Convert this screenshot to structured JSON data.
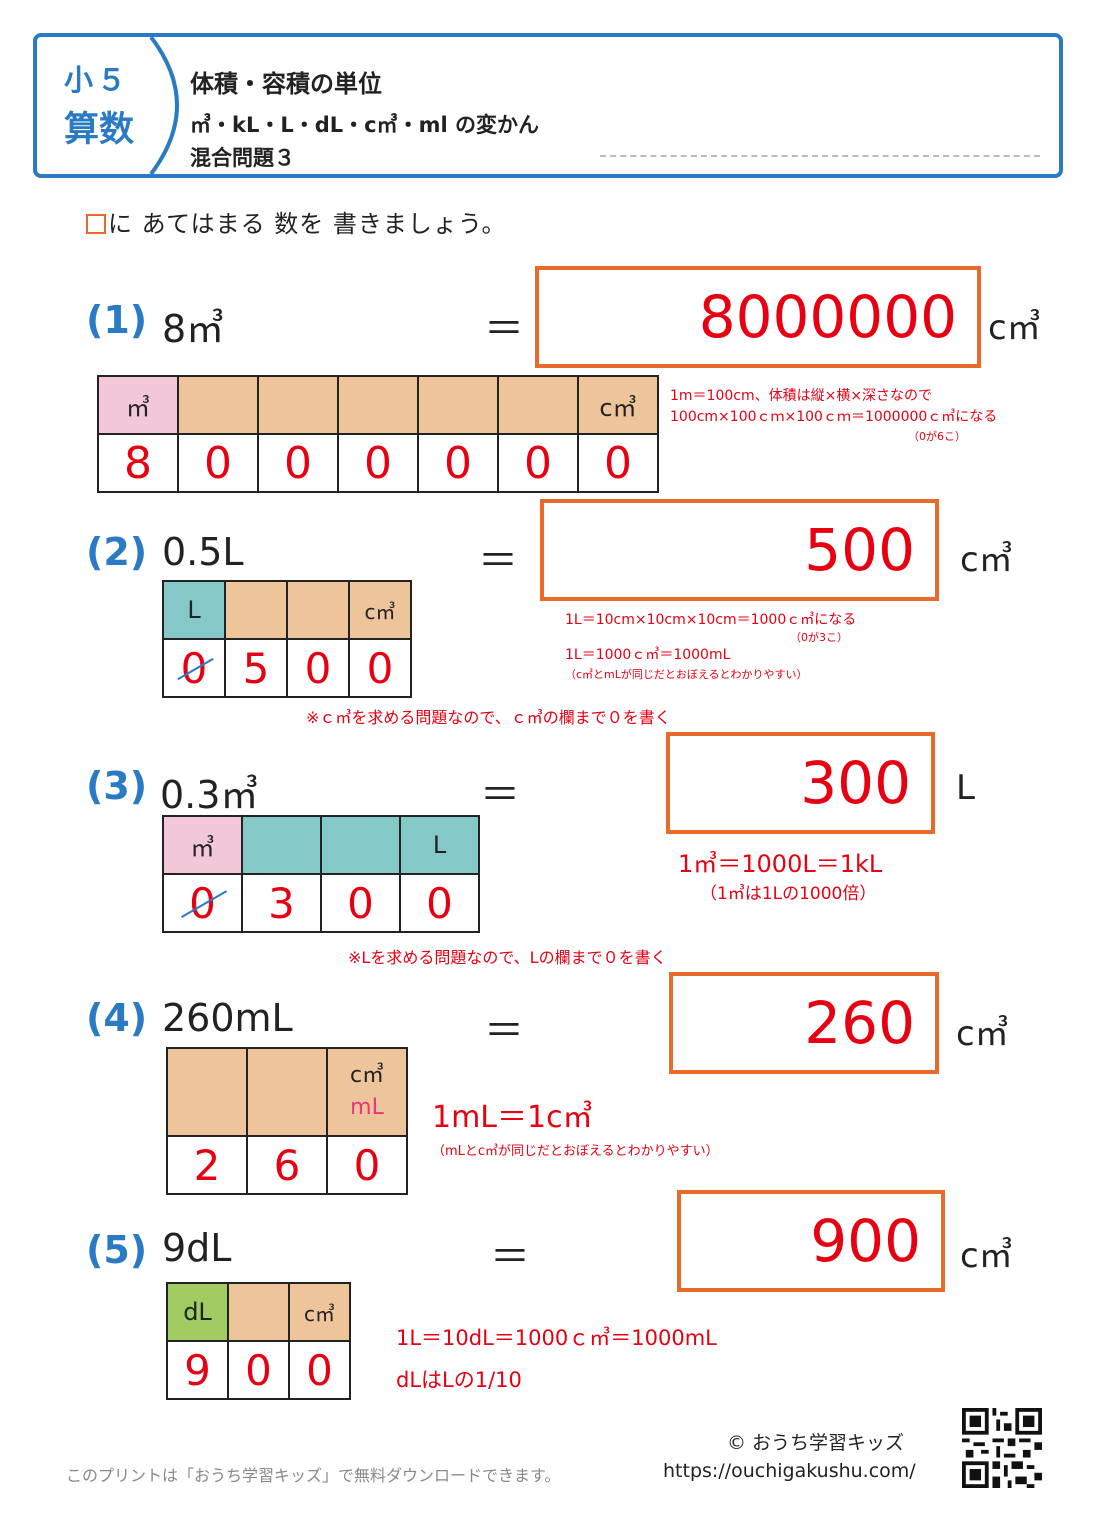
{
  "header": {
    "grade": "小５",
    "subject": "算数",
    "title": "体積・容積の単位",
    "subtitle": "㎥・kL・L・dL・c㎥・ml の変かん",
    "subtitle2": "混合問題３"
  },
  "instruction": "に あてはまる 数を 書きましょう。",
  "problems": [
    {
      "num": "(1)",
      "expr": "8㎥",
      "eq": "＝",
      "answer": "8000000",
      "unit": "c㎥",
      "table_headers": [
        "㎥",
        "",
        "",
        "",
        "",
        "",
        "c㎥"
      ],
      "table_digits": [
        "8",
        "0",
        "0",
        "0",
        "0",
        "0",
        "0"
      ],
      "notes": [
        "1m＝100cm、体積は縦×横×深さなので",
        "100cm×100ｃｍ×100ｃｍ＝1000000ｃ㎥になる",
        "（0が6こ）"
      ]
    },
    {
      "num": "(2)",
      "expr": "0.5L",
      "eq": "＝",
      "answer": "500",
      "unit": "c㎥",
      "table_headers": [
        "L",
        "",
        "",
        "c㎥"
      ],
      "table_digits": [
        "0",
        "5",
        "0",
        "0"
      ],
      "notes": [
        "1L＝10cm×10cm×10cm＝1000ｃ㎥になる",
        "（0が3こ）",
        "1L＝1000ｃ㎥＝1000mL",
        "（c㎥とmLが同じだとおぼえるとわかりやすい）"
      ],
      "footnote": "※ｃ㎥を求める問題なので、ｃ㎥の欄まで０を書く"
    },
    {
      "num": "(3)",
      "expr": "0.3㎥",
      "eq": "＝",
      "answer": "300",
      "unit": "L",
      "table_headers": [
        "㎥",
        "",
        "",
        "L"
      ],
      "table_digits": [
        "0",
        "3",
        "0",
        "0"
      ],
      "notes": [
        "1㎥＝1000L＝1kL",
        "（1㎥は1Lの1000倍）"
      ],
      "footnote": "※Lを求める問題なので、Lの欄まで０を書く"
    },
    {
      "num": "(4)",
      "expr": "260mL",
      "eq": "＝",
      "answer": "260",
      "unit": "c㎥",
      "table_headers": [
        "",
        "",
        "c㎥"
      ],
      "table_header_extra": "mL",
      "table_digits": [
        "2",
        "6",
        "0"
      ],
      "notes": [
        "1mL＝1c㎥",
        "（mLとc㎥が同じだとおぼえるとわかりやすい）"
      ]
    },
    {
      "num": "(5)",
      "expr": "9dL",
      "eq": "＝",
      "answer": "900",
      "unit": "c㎥",
      "table_headers": [
        "dL",
        "",
        "c㎥"
      ],
      "table_digits": [
        "9",
        "0",
        "0"
      ],
      "notes": [
        "1L＝10dL＝1000ｃ㎥＝1000mL",
        "dLはLの1/10"
      ]
    }
  ],
  "footer": {
    "download_note": "このプリントは「おうち学習キッズ」で無料ダウンロードできます。",
    "copyright": "© おうち学習キッズ",
    "url": "https://ouchigakushu.com/",
    "qr_icon": "qr-code-icon"
  },
  "colors": {
    "accent_blue": "#2a7bc4",
    "answer_red": "#e60012",
    "box_orange": "#e86b2b"
  }
}
